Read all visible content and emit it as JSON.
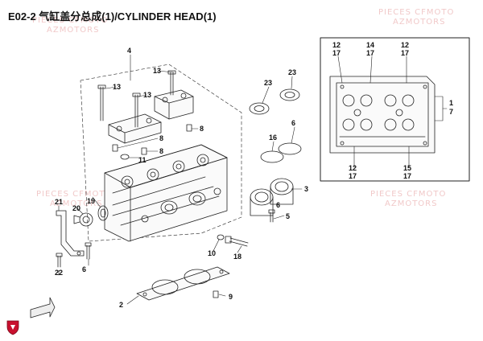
{
  "title": "E02-2 气缸盖分总成(1)/CYLINDER HEAD(1)",
  "watermark": {
    "line1": "PIECES CFMOTO",
    "line2": "AZMOTORS"
  },
  "callouts": {
    "c1": "1",
    "c2": "2",
    "c3": "3",
    "c4": "4",
    "c5": "5",
    "c6a": "6",
    "c6b": "6",
    "c8a": "8",
    "c8b": "8",
    "c8c": "8",
    "c9": "9",
    "c10": "10",
    "c11": "11",
    "c13a": "13",
    "c13b": "13",
    "c13c": "13",
    "c16": "16",
    "c18": "18",
    "c19": "19",
    "c20": "20",
    "c21": "21",
    "c22": "22",
    "c23a": "23",
    "c23b": "23",
    "i12a": "12",
    "i17a": "17",
    "i14": "14",
    "i17b": "17",
    "i12b": "12",
    "i17c": "17",
    "i12c": "12",
    "i17d": "17",
    "i15": "15",
    "i17e": "17"
  },
  "icons": {
    "brand": "cfmoto-shield-icon",
    "arrow": "front-direction-icon"
  },
  "colors": {
    "line": "#222222",
    "watermark": "#f1c9c9",
    "brand": "#c8102e"
  }
}
